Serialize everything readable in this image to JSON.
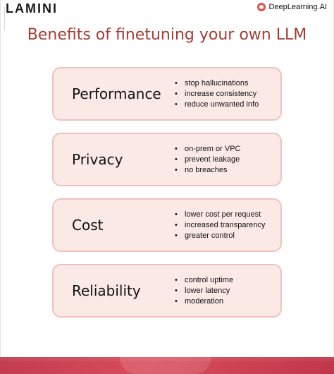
{
  "brand": {
    "left": "LAMINI",
    "right": "DeepLearning.AI"
  },
  "title": "Benefits of finetuning your own LLM",
  "cards": [
    {
      "title": "Performance",
      "bullets": [
        "stop hallucinations",
        "increase consistency",
        "reduce unwanted info"
      ]
    },
    {
      "title": "Privacy",
      "bullets": [
        "on-prem or VPC",
        "prevent leakage",
        "no breaches"
      ]
    },
    {
      "title": "Cost",
      "bullets": [
        "lower cost per request",
        "increased transparency",
        "greater control"
      ]
    },
    {
      "title": "Reliability",
      "bullets": [
        "control uptime",
        "lower latency",
        "moderation"
      ]
    }
  ],
  "colors": {
    "title": "#a33d34",
    "card_fill": "#fbe9e6",
    "card_border": "#efc2bd",
    "footer_band": "#c23d4f",
    "brand_icon": "#e84b4b"
  },
  "icons": {
    "brand_right": "deeplearning-ai-logo-icon"
  }
}
